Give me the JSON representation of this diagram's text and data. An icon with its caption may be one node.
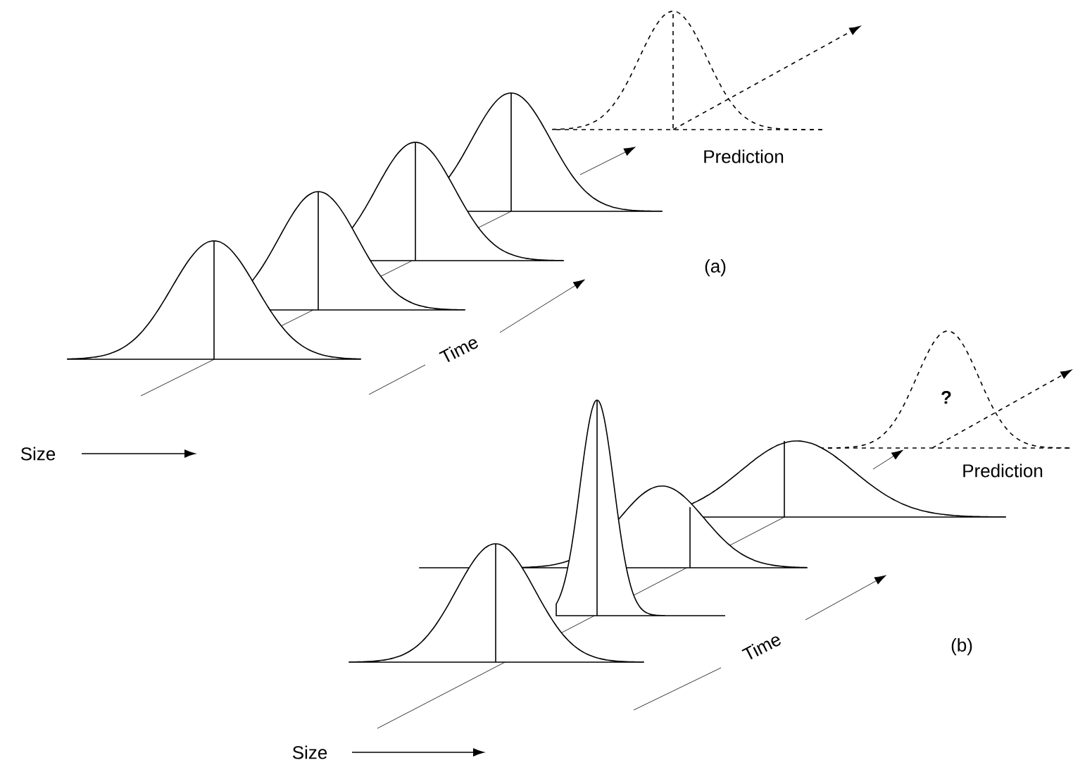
{
  "diagram": {
    "labels": [
      "Prediction",
      "(a)",
      "Time",
      "Size",
      "?",
      "Prediction",
      "Time",
      "(b)",
      "Size"
    ]
  }
}
